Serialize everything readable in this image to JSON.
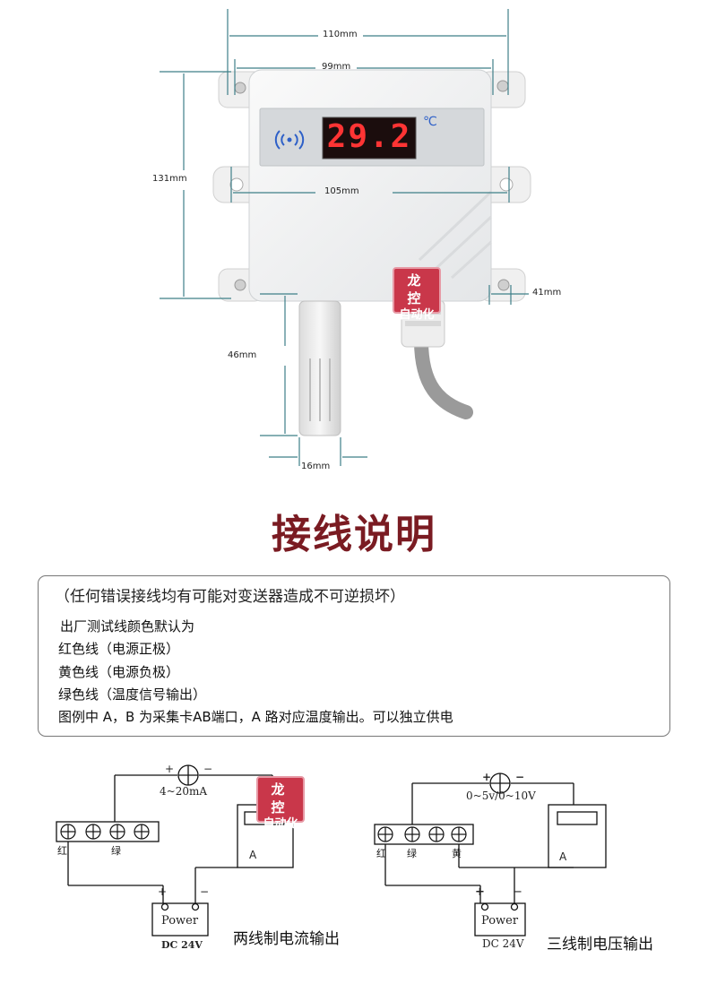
{
  "product": {
    "display_reading": "29.2",
    "display_unit": "℃",
    "dimensions": {
      "total_width": "110mm",
      "box_width": "99mm",
      "mount_width": "105mm",
      "height": "131mm",
      "probe_length": "46mm",
      "probe_width": "16mm",
      "depth": "41mm"
    }
  },
  "watermark": {
    "line1": "龙 控",
    "line2": "自动化"
  },
  "section_title": "接线说明",
  "notes": {
    "warning": "（任何错误接线均有可能对变送器造成不可逆损坏）",
    "lines": [
      "出厂测试线颜色默认为",
      "红色线（电源正极）",
      "黄色线（电源负极）",
      "绿色线（温度信号输出）",
      "图例中 A，B 为采集卡AB端口，A 路对应温度输出。可以独立供电"
    ]
  },
  "diagram_current": {
    "plus": "+",
    "minus": "−",
    "meter_range": "4~20mA",
    "terminal_red": "红",
    "terminal_green": "绿",
    "collector_port": "A",
    "supply_plus": "+",
    "supply_minus": "−",
    "supply_label": "Power",
    "supply_voltage": "DC 24V",
    "caption": "两线制电流输出"
  },
  "diagram_voltage": {
    "plus": "+",
    "minus": "−",
    "meter_range": "0~5v/0~10V",
    "terminal_red": "红",
    "terminal_green": "绿",
    "terminal_yellow": "黄",
    "collector_port": "A",
    "supply_plus": "+",
    "supply_minus": "−",
    "supply_label": "Power",
    "supply_voltage": "DC 24V",
    "caption": "三线制电压输出"
  }
}
